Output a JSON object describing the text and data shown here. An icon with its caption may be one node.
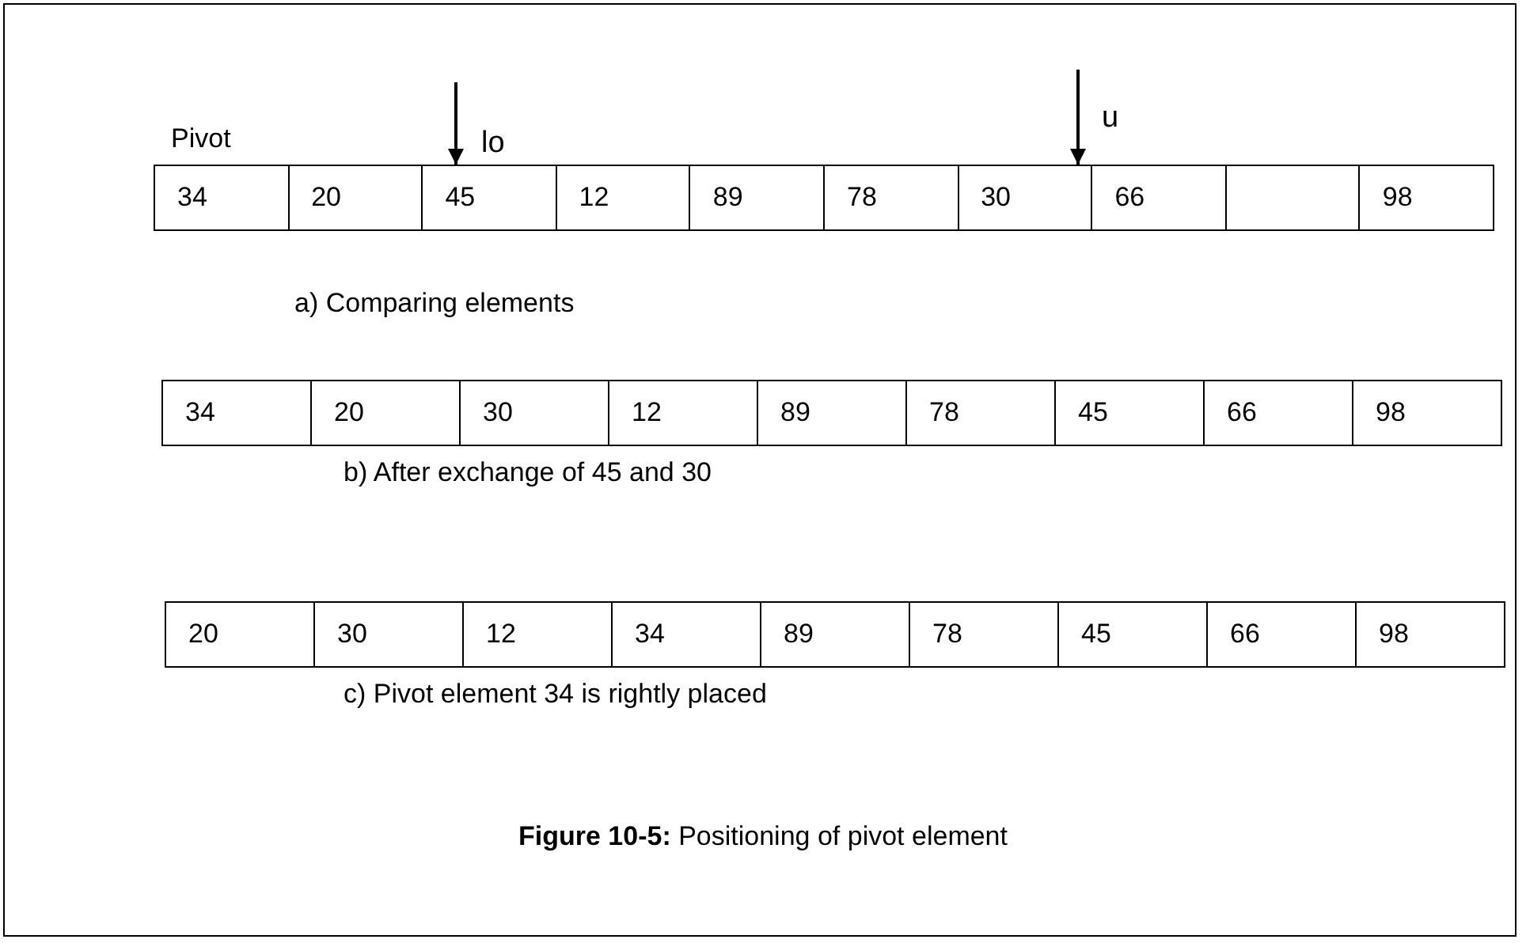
{
  "diagram": {
    "caption": "**Figure 10-5:** Positioning of pivot element",
    "nodes": [
      {
        "text": [
          "34"
        ]
      },
      {
        "text": [
          "20"
        ]
      },
      {
        "text": [
          "45"
        ]
      },
      {
        "text": [
          "12"
        ]
      },
      {
        "text": [
          "89"
        ]
      },
      {
        "text": [
          "78"
        ]
      },
      {
        "text": [
          "30"
        ]
      },
      {
        "text": [
          "66"
        ]
      },
      {
        "text": [],
        "shape": "box"
      },
      {
        "text": [
          "98"
        ]
      },
      {
        "text": [
          "34"
        ]
      },
      {
        "text": [
          "20"
        ]
      },
      {
        "text": [
          "30"
        ]
      },
      {
        "text": [
          "12"
        ]
      },
      {
        "text": [
          "89"
        ]
      },
      {
        "text": [
          "78"
        ]
      },
      {
        "text": [
          "45"
        ]
      },
      {
        "text": [
          "66"
        ]
      },
      {
        "text": [
          "98"
        ]
      },
      {
        "text": [
          "20"
        ]
      },
      {
        "text": [
          "30"
        ]
      },
      {
        "text": [
          "12"
        ]
      },
      {
        "text": [
          "34"
        ]
      },
      {
        "text": [
          "89"
        ]
      },
      {
        "text": [
          "78"
        ]
      },
      {
        "text": [
          "45"
        ]
      },
      {
        "text": [
          "66"
        ]
      },
      {
        "text": [
          "98"
        ]
      }
    ],
    "edges": [
      {
        "from": null,
        "to": 2,
        "arrow": "to",
        "label": "lo"
      },
      {
        "from": null,
        "to": 6,
        "arrow": "to",
        "label": "u"
      }
    ],
    "labels": [
      "Pivot",
      "a) Comparing elements",
      "b) After exchange of 45 and 30",
      "c) Pivot element 34 is rightly placed"
    ]
  }
}
